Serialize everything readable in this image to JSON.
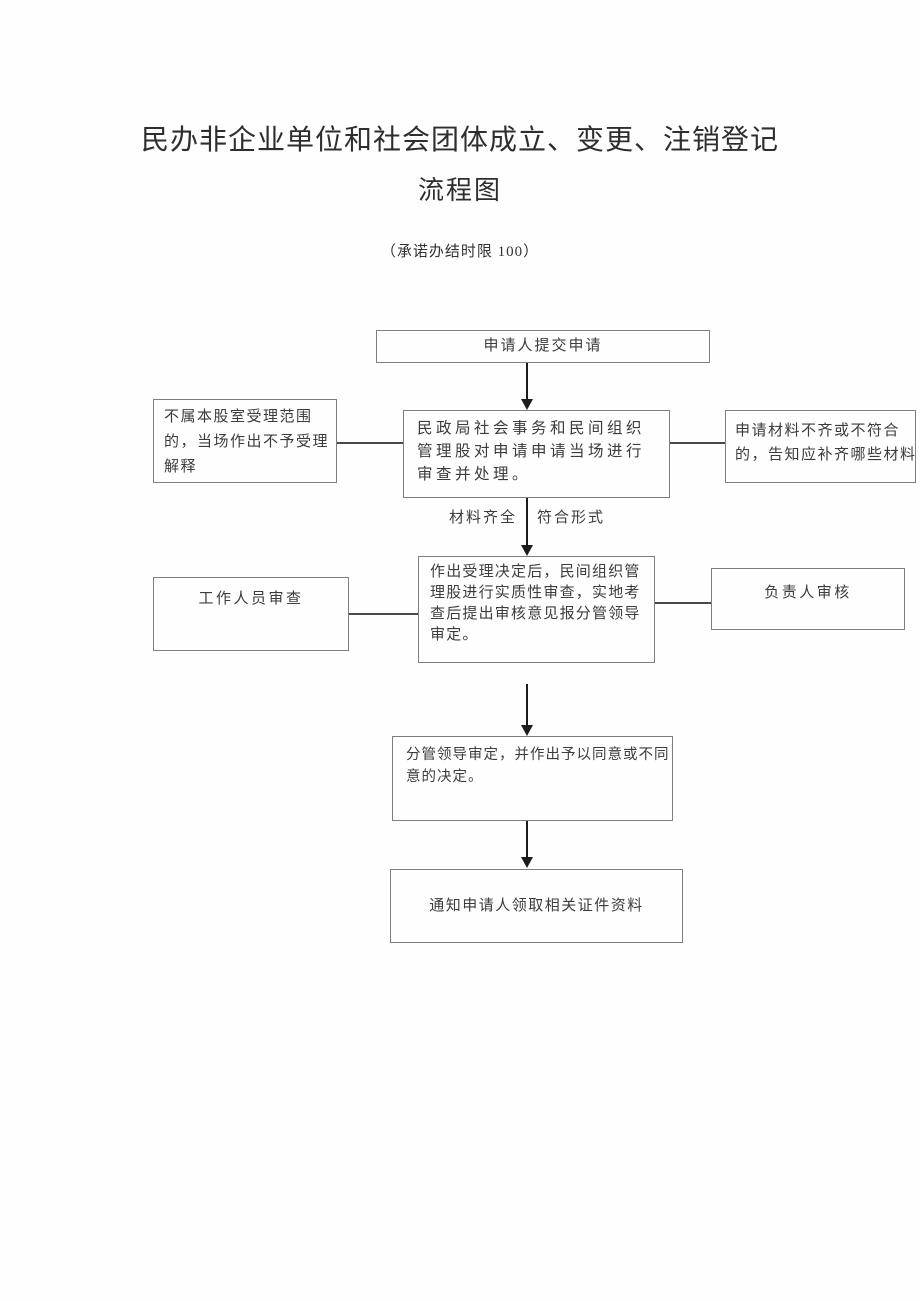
{
  "document": {
    "title_line1": "民办非企业单位和社会团体成立、变更、注销登记",
    "title_line2": "流程图",
    "subtitle": "（承诺办结时限 100）"
  },
  "flowchart": {
    "submit": {
      "text": "申请人提交申请"
    },
    "reject_left": {
      "line1": "不属本股室受理范围",
      "line2": "的，当场作出不予受理",
      "line3": "解释"
    },
    "review_center": {
      "line1": "民政局社会事务和民间组织",
      "line2": "管理股对申请申请当场进行",
      "line3": "审查并处理。"
    },
    "materials_right": {
      "line1": "申请材料不齐或不符合",
      "line2": "的，告知应补齐哪些材料"
    },
    "branch_label_left": "材料齐全",
    "branch_label_right": "符合形式",
    "acceptance": {
      "line1": "作出受理决定后，民间组织管",
      "line2": "理股进行实质性审查，实地考",
      "line3": "查后提出审核意见报分管领导",
      "line4": "审定。"
    },
    "staff_review": {
      "text": "工作人员审查"
    },
    "leader_review": {
      "text": "负责人审核"
    },
    "leader_decision": {
      "line1": "分管领导审定，并作出予以同意或不同",
      "line2": "意的决定。"
    },
    "notify": {
      "text": "通知申请人领取相关证件资料"
    }
  },
  "colors": {
    "box_border": "#7e7e7e",
    "arrow": "#1c1c1c",
    "connector": "#4a4a4a",
    "text": "#3c3c3c"
  }
}
